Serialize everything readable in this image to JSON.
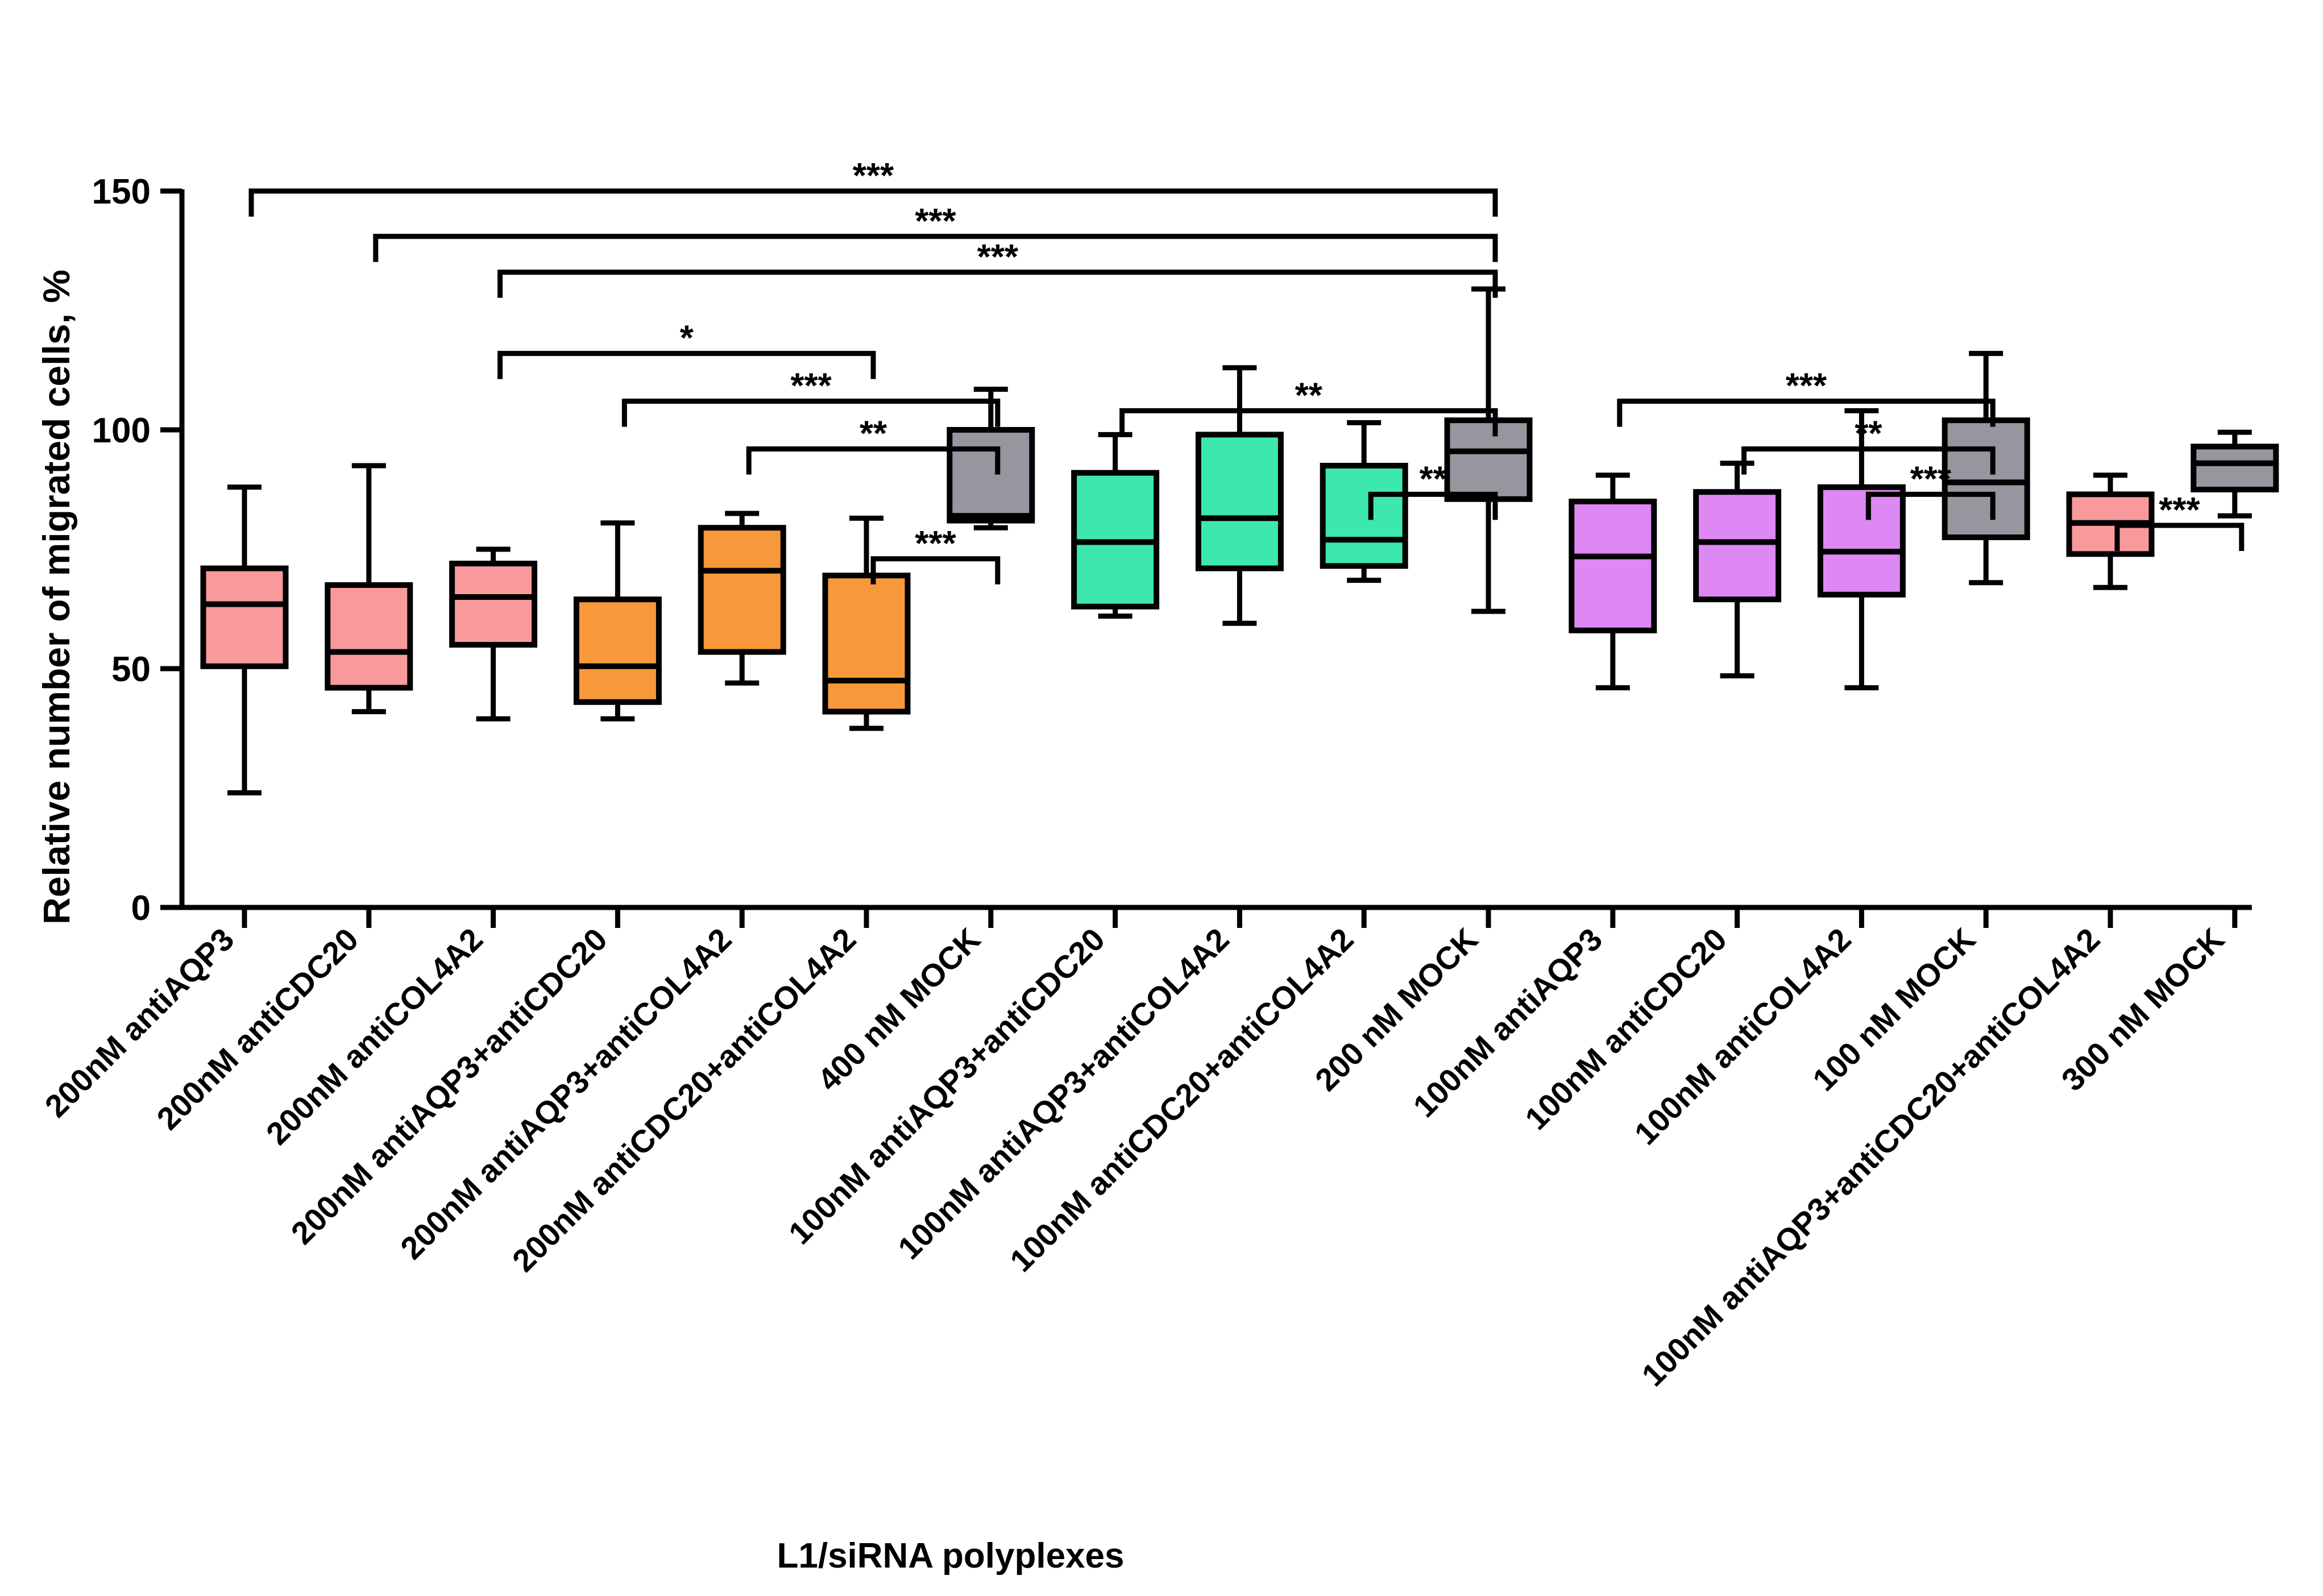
{
  "chart_data": {
    "type": "box",
    "title": "",
    "xlabel": "L1/siRNA polyplexes",
    "ylabel": "Relative number of migrated cells, %",
    "ylim": [
      0,
      150
    ],
    "yticks": [
      0,
      50,
      100,
      150
    ],
    "grid": false,
    "legend": "none",
    "categories": [
      "200nM antiAQP3",
      "200nM antiCDC20",
      "200nM antiCOL4A2",
      "200nM antiAQP3+antiCDC20",
      "200nM antiAQP3+antiCOL4A2",
      "200nM antiCDC20+antiCOL4A2",
      "400 nM MOCK",
      "100nM antiAQP3+antiCDC20",
      "100nM antiAQP3+antiCOL4A2",
      "100nM antiCDC20+antiCOL4A2",
      "200 nM MOCK",
      "100nM antiAQP3",
      "100nM antiCDC20",
      "100nM antiCOL4A2",
      "100 nM MOCK",
      "100nM antiAQP3+antiCDC20+antiCOL4A2",
      "300 nM MOCK"
    ],
    "boxes": [
      {
        "min": 24,
        "q1": 50.5,
        "median": 63.5,
        "q3": 71,
        "max": 88,
        "color": "#f89a9c"
      },
      {
        "min": 41,
        "q1": 46,
        "median": 53.5,
        "q3": 67.5,
        "max": 92.5,
        "color": "#f89a9c"
      },
      {
        "min": 39.5,
        "q1": 55,
        "median": 65,
        "q3": 72,
        "max": 75,
        "color": "#f89a9c"
      },
      {
        "min": 39.5,
        "q1": 43,
        "median": 50.5,
        "q3": 64.5,
        "max": 80.5,
        "color": "#f7993a"
      },
      {
        "min": 47,
        "q1": 53.5,
        "median": 70.5,
        "q3": 79.5,
        "max": 82.5,
        "color": "#f7993a"
      },
      {
        "min": 37.5,
        "q1": 41,
        "median": 47.5,
        "q3": 69.5,
        "max": 81.5,
        "color": "#f7993a"
      },
      {
        "min": 79.5,
        "q1": 81,
        "median": 82,
        "q3": 100,
        "max": 108.5,
        "color": "#97969f"
      },
      {
        "min": 61,
        "q1": 63,
        "median": 76.5,
        "q3": 91,
        "max": 99,
        "color": "#3ce8ad"
      },
      {
        "min": 59.5,
        "q1": 71,
        "median": 81.5,
        "q3": 99,
        "max": 113,
        "color": "#3ce8ad"
      },
      {
        "min": 68.5,
        "q1": 71.5,
        "median": 77,
        "q3": 92.5,
        "max": 101.5,
        "color": "#3ce8ad"
      },
      {
        "min": 62,
        "q1": 85.5,
        "median": 95.5,
        "q3": 102,
        "max": 129.5,
        "color": "#97969f"
      },
      {
        "min": 46,
        "q1": 58,
        "median": 73.5,
        "q3": 85,
        "max": 90.5,
        "color": "#dd88f3"
      },
      {
        "min": 48.5,
        "q1": 64.5,
        "median": 76.5,
        "q3": 87,
        "max": 93,
        "color": "#dd88f3"
      },
      {
        "min": 46,
        "q1": 65.5,
        "median": 74.5,
        "q3": 88,
        "max": 104,
        "color": "#dd88f3"
      },
      {
        "min": 68,
        "q1": 77.5,
        "median": 89,
        "q3": 102,
        "max": 116,
        "color": "#97969f"
      },
      {
        "min": 67,
        "q1": 74,
        "median": 80.5,
        "q3": 86.5,
        "max": 90.5,
        "color": "#f89a9c"
      },
      {
        "min": 82,
        "q1": 87.5,
        "median": 93,
        "q3": 96.5,
        "max": 99.5,
        "color": "#97969f"
      }
    ],
    "significance": [
      {
        "from": 0,
        "to": 10,
        "level": 150,
        "label": "***"
      },
      {
        "from": 1,
        "to": 10,
        "level": 140.5,
        "label": "***"
      },
      {
        "from": 2,
        "to": 10,
        "level": 133,
        "label": "***"
      },
      {
        "from": 2,
        "to": 5,
        "level": 116,
        "label": "*"
      },
      {
        "from": 3,
        "to": 6,
        "level": 106,
        "label": "***"
      },
      {
        "from": 7,
        "to": 10,
        "level": 104,
        "label": "**"
      },
      {
        "from": 11,
        "to": 14,
        "level": 106,
        "label": "***"
      },
      {
        "from": 4,
        "to": 6,
        "level": 96,
        "label": "**"
      },
      {
        "from": 12,
        "to": 14,
        "level": 96,
        "label": "**"
      },
      {
        "from": 9,
        "to": 10,
        "level": 86.5,
        "label": "**"
      },
      {
        "from": 13,
        "to": 14,
        "level": 86.5,
        "label": "***"
      },
      {
        "from": 5,
        "to": 6,
        "level": 73,
        "label": "***"
      },
      {
        "from": 15,
        "to": 16,
        "level": 80,
        "label": "***"
      }
    ]
  }
}
